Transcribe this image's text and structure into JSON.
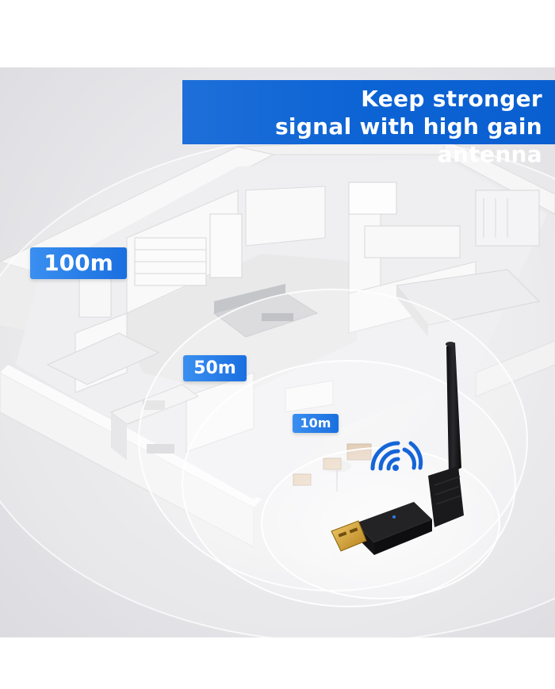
{
  "headline": {
    "line1": "Keep stronger",
    "line2": "signal with high gain antenna"
  },
  "ranges": {
    "far": "100m",
    "mid": "50m",
    "near": "10m"
  },
  "colors": {
    "accent_blue": "#0c63d4",
    "badge_blue": "#2a80ea",
    "wifi_blue": "#1565d8",
    "adapter_black": "#1b1b1d",
    "usb_gold": "#d8a73a"
  },
  "icons": [
    "wifi-signal-icon"
  ]
}
